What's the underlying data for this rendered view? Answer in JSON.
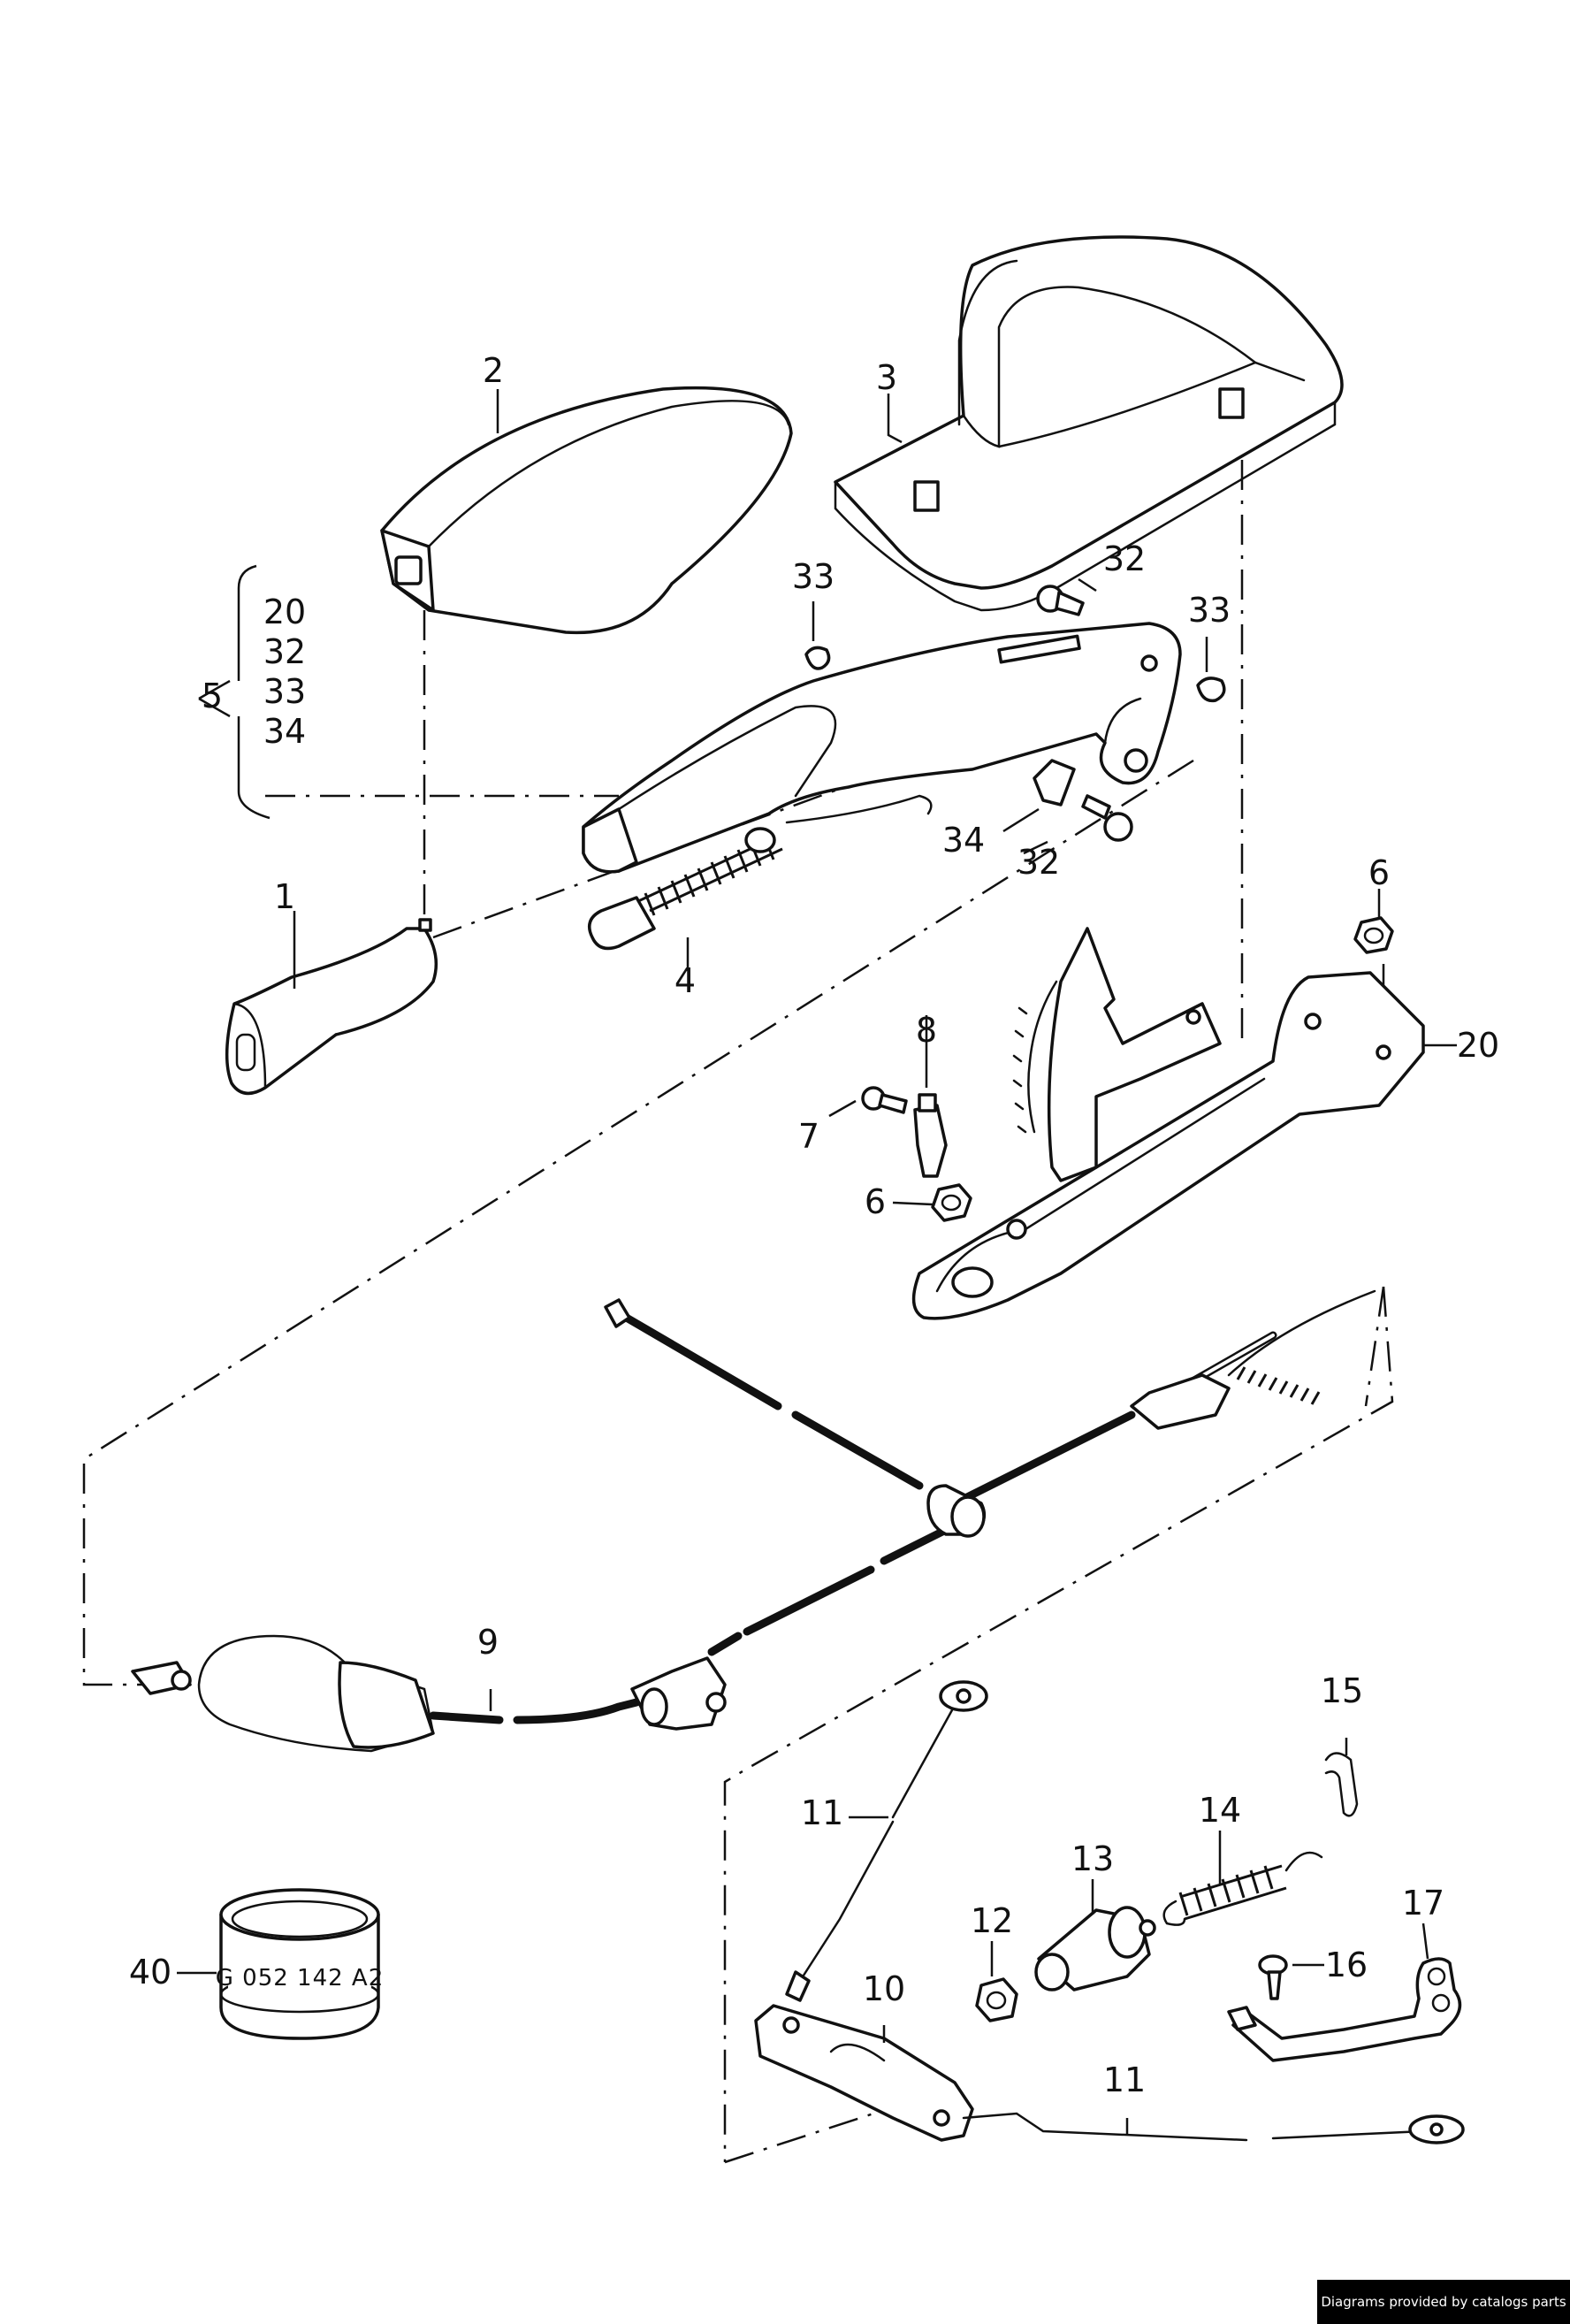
{
  "callouts": [
    {
      "id": "c1",
      "text": "1"
    },
    {
      "id": "c2",
      "text": "2"
    },
    {
      "id": "c3",
      "text": "3"
    },
    {
      "id": "c4",
      "text": "4"
    },
    {
      "id": "c5",
      "text": "5"
    },
    {
      "id": "c5a",
      "text": "20"
    },
    {
      "id": "c5b",
      "text": "32"
    },
    {
      "id": "c5c",
      "text": "33"
    },
    {
      "id": "c5d",
      "text": "34"
    },
    {
      "id": "c6a",
      "text": "6"
    },
    {
      "id": "c6b",
      "text": "6"
    },
    {
      "id": "c7",
      "text": "7"
    },
    {
      "id": "c8",
      "text": "8"
    },
    {
      "id": "c9",
      "text": "9"
    },
    {
      "id": "c10",
      "text": "10"
    },
    {
      "id": "c11a",
      "text": "11"
    },
    {
      "id": "c11b",
      "text": "11"
    },
    {
      "id": "c12",
      "text": "12"
    },
    {
      "id": "c13",
      "text": "13"
    },
    {
      "id": "c14",
      "text": "14"
    },
    {
      "id": "c15",
      "text": "15"
    },
    {
      "id": "c16",
      "text": "16"
    },
    {
      "id": "c17",
      "text": "17"
    },
    {
      "id": "c20",
      "text": "20"
    },
    {
      "id": "c32a",
      "text": "32"
    },
    {
      "id": "c32b",
      "text": "32"
    },
    {
      "id": "c33a",
      "text": "33"
    },
    {
      "id": "c33b",
      "text": "33"
    },
    {
      "id": "c34",
      "text": "34"
    },
    {
      "id": "c40",
      "text": "40"
    }
  ],
  "part40_marking": "G 052 142 A2",
  "credit": "Diagrams provided by catalogs parts"
}
